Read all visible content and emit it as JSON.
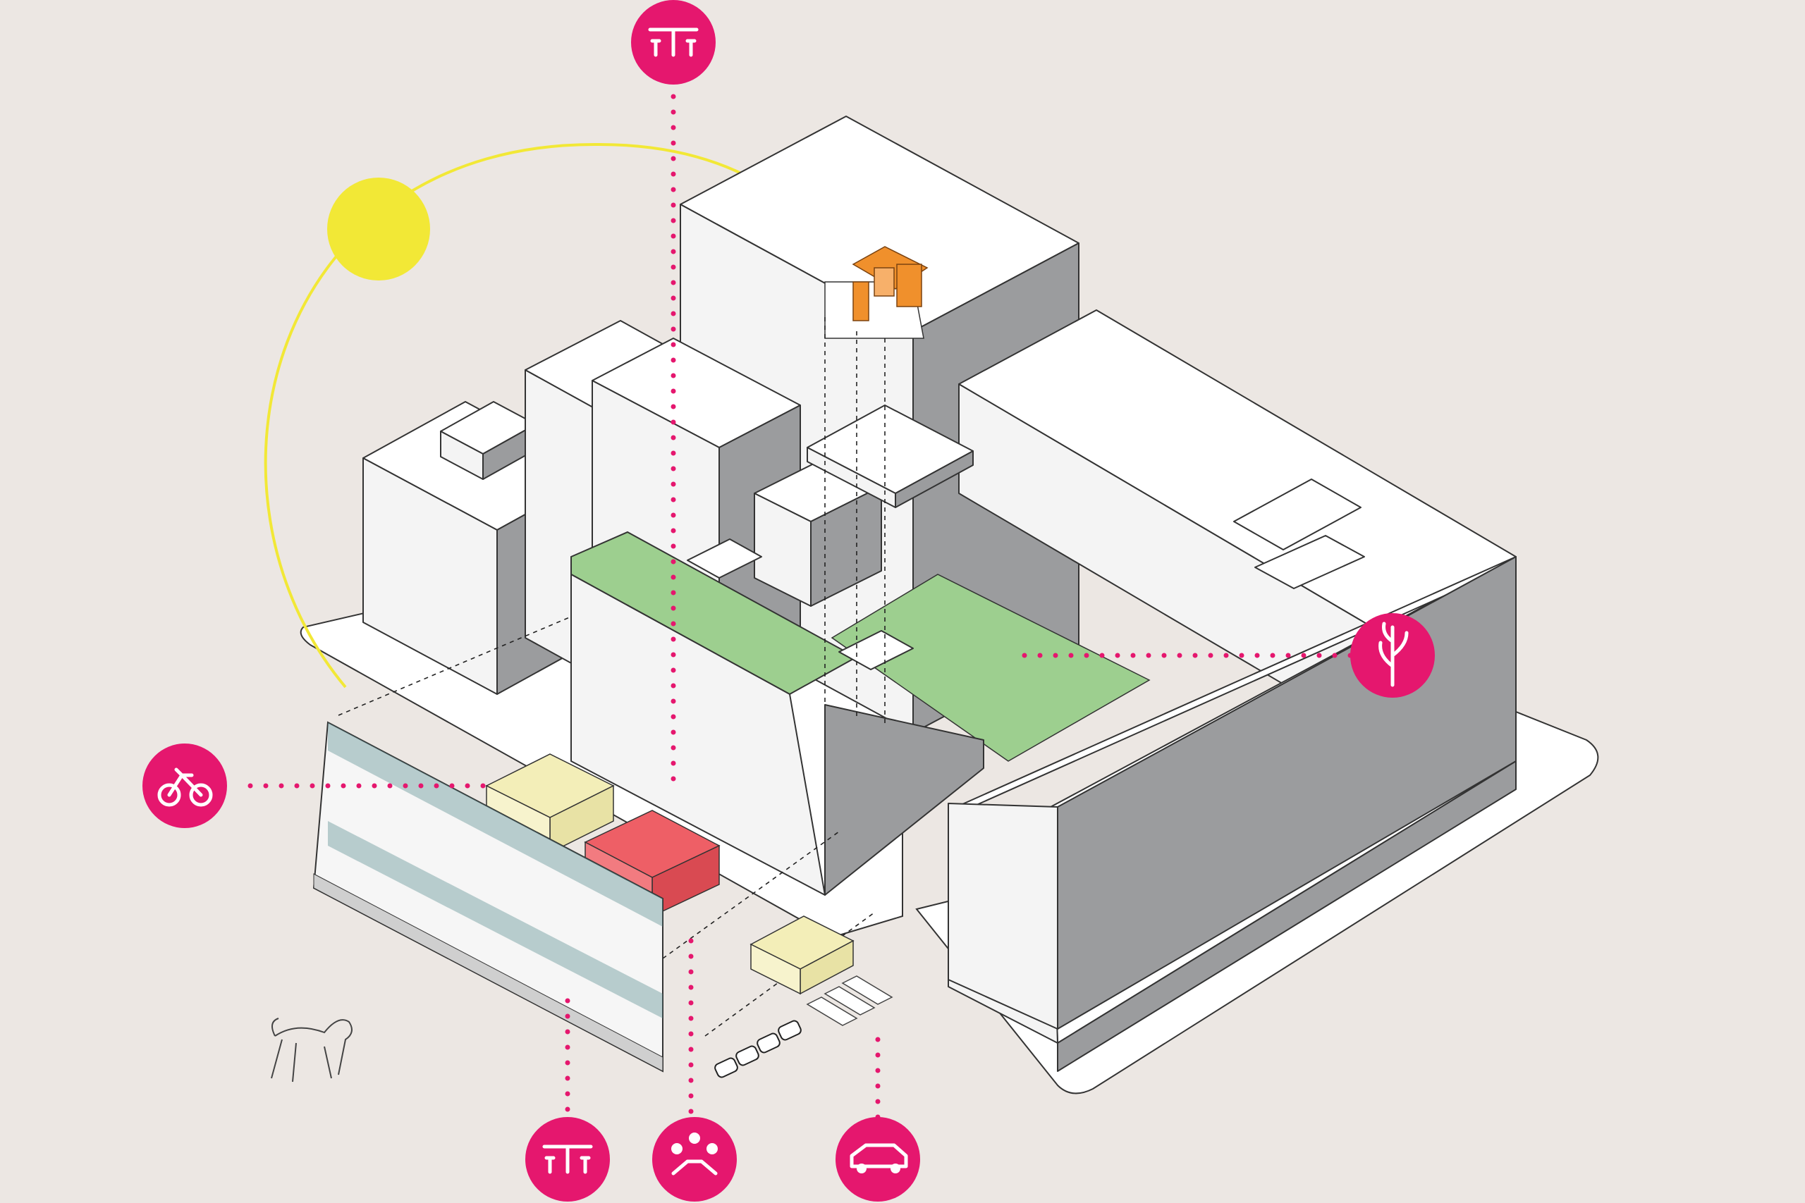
{
  "colors": {
    "background": "#ece7e3",
    "accent": "#e5176e",
    "sun": "#f2e836",
    "green_roof": "#9dcf8f",
    "red_volume": "#ee5f66",
    "yellow_volume": "#f3eeb8",
    "orange_equipment": "#f0902c"
  },
  "icons": [
    {
      "name": "dining-table-icon",
      "position": "top"
    },
    {
      "name": "planting-icon",
      "position": "right"
    },
    {
      "name": "bicycle-icon",
      "position": "left"
    },
    {
      "name": "dining-table-icon",
      "position": "bottom-left"
    },
    {
      "name": "community-meeting-icon",
      "position": "bottom-center"
    },
    {
      "name": "car-icon",
      "position": "bottom-right"
    }
  ]
}
